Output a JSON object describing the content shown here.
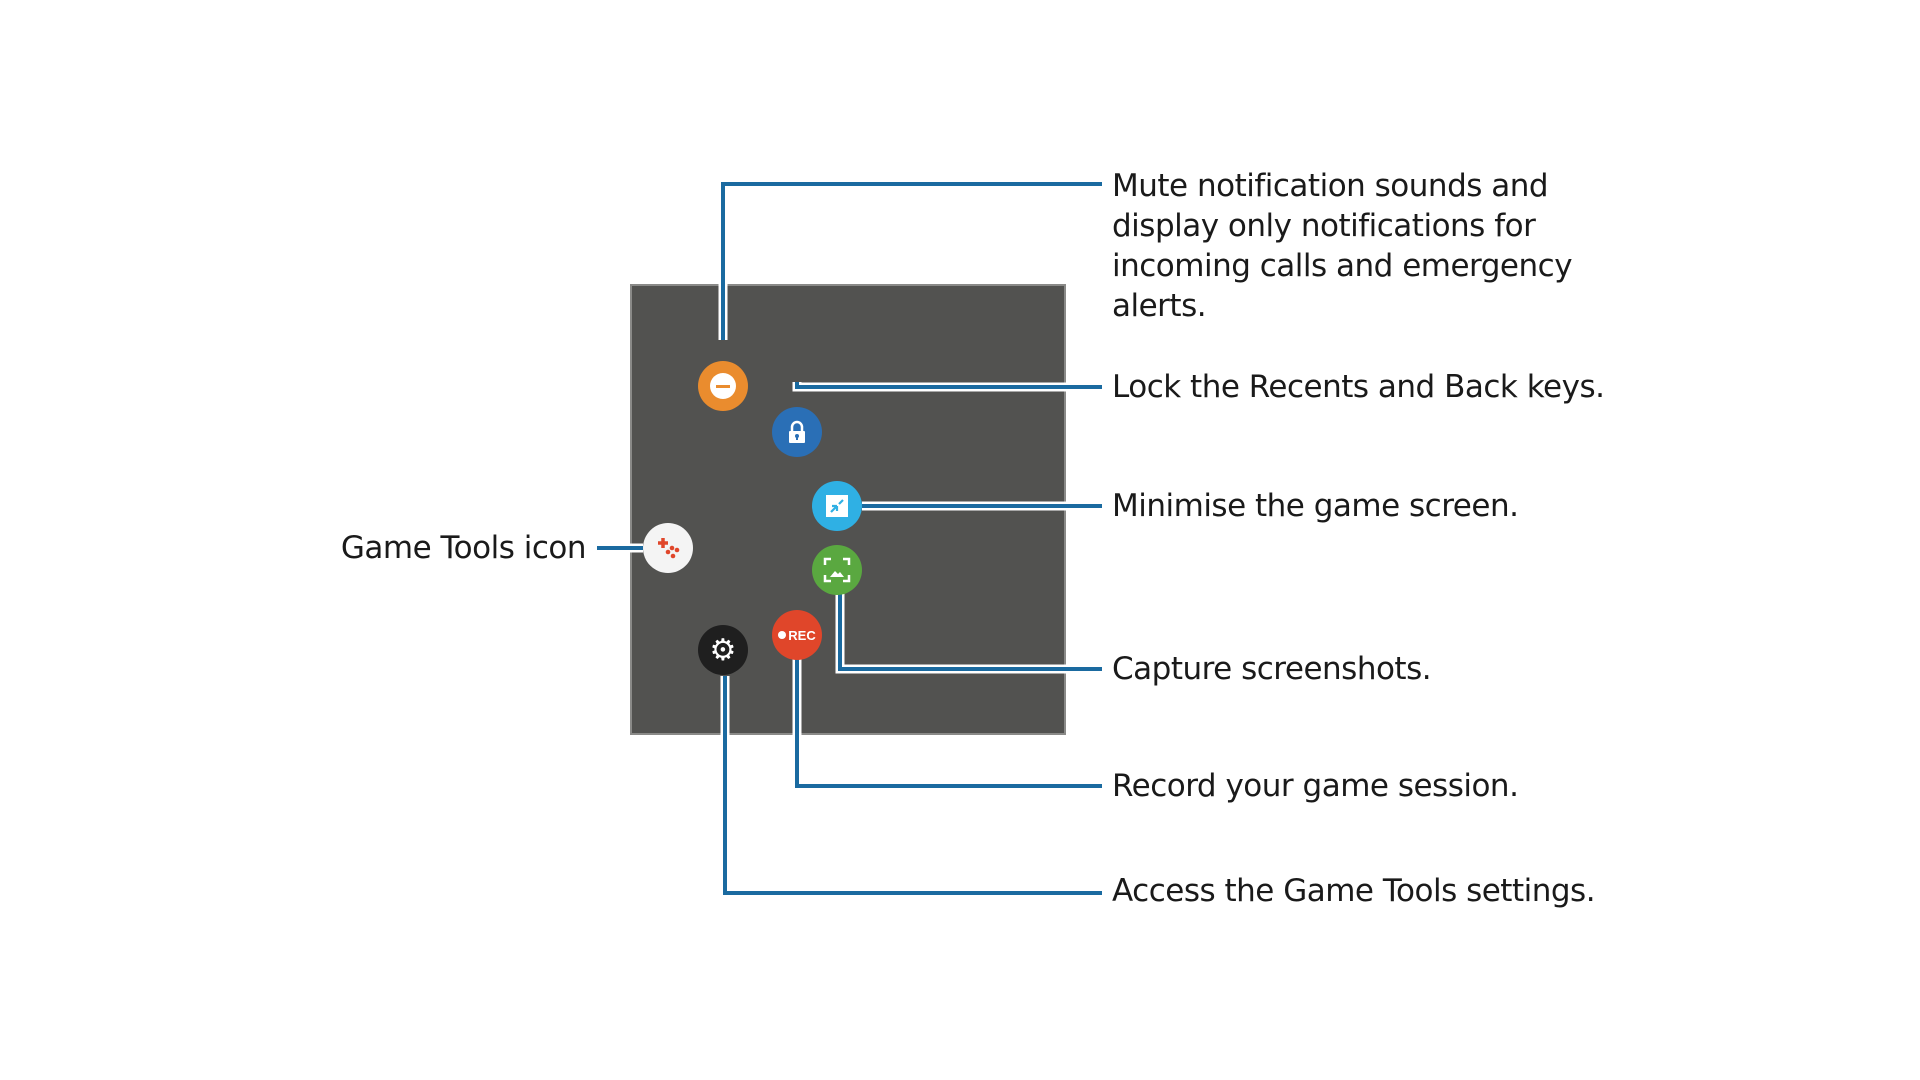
{
  "labels": {
    "game_tools_icon": "Game Tools icon",
    "mute": [
      "Mute notification sounds and",
      "display only notifications for",
      "incoming calls and emergency",
      "alerts."
    ],
    "lock": "Lock the Recents and Back keys.",
    "minimise": "Minimise the game screen.",
    "capture": "Capture screenshots.",
    "record": "Record your game session.",
    "settings": "Access the Game Tools settings."
  },
  "buttons": {
    "rec_label": "REC"
  },
  "colors": {
    "panel": "#525250",
    "leader_line": "#1a6aa0",
    "mute": "#ea8c2e",
    "lock": "#2a6fb6",
    "minimise": "#2fb0e4",
    "capture": "#5aa840",
    "record": "#e0462a",
    "settings": "#1f1f1f",
    "game_tools": "#f4f4f4"
  }
}
